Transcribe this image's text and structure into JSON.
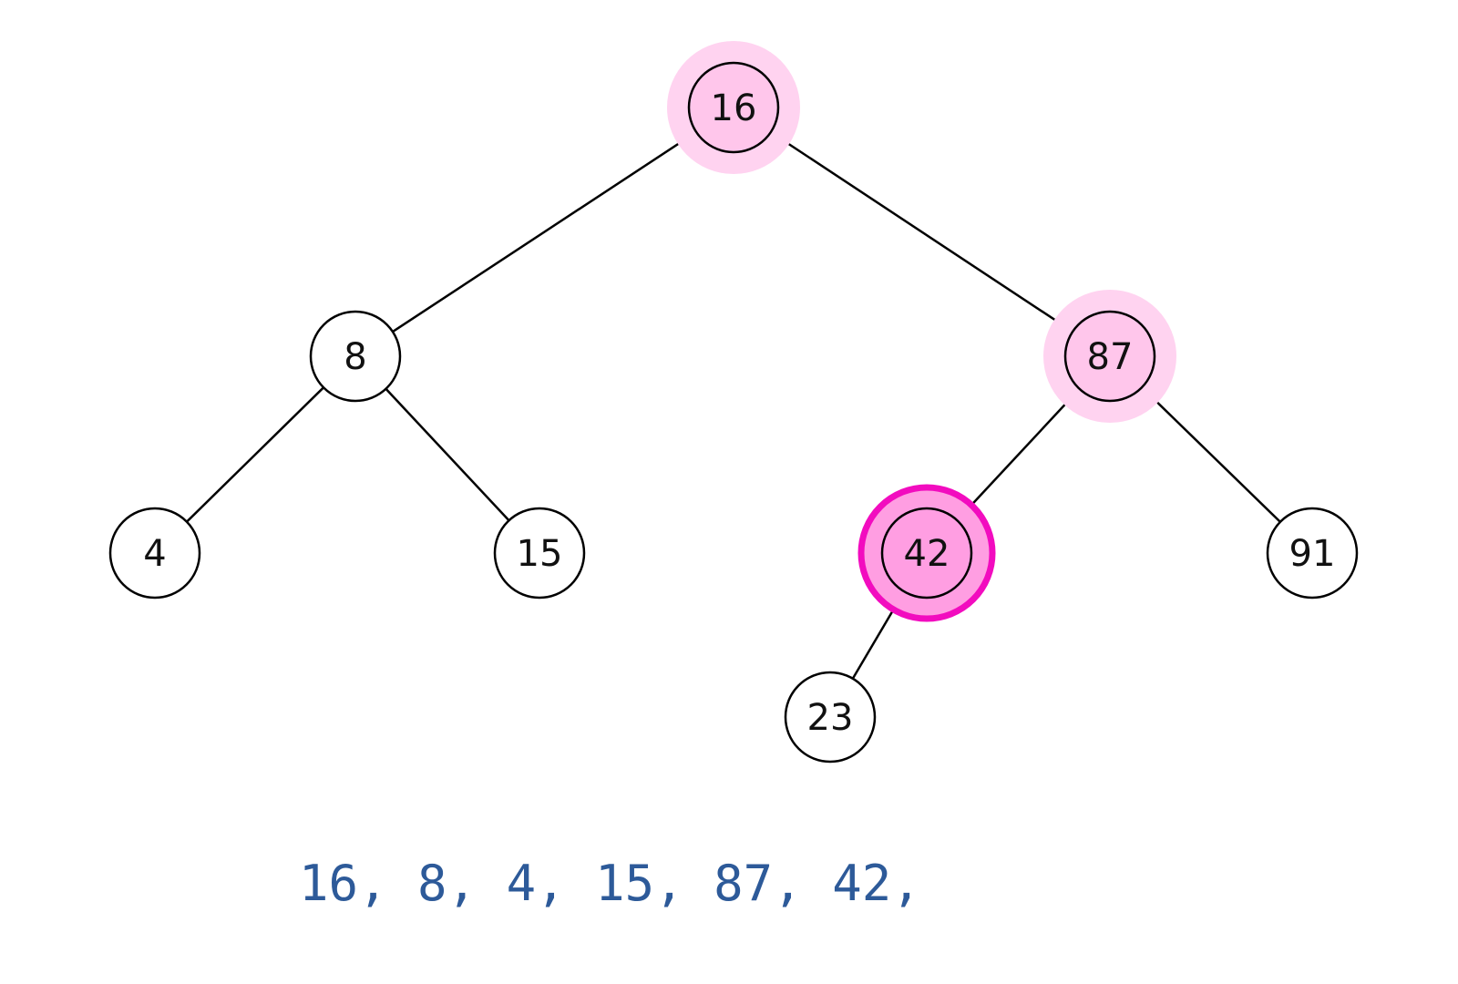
{
  "tree": {
    "nodes": [
      {
        "id": "16",
        "label": "16",
        "state": "visited"
      },
      {
        "id": "8",
        "label": "8",
        "state": "normal"
      },
      {
        "id": "87",
        "label": "87",
        "state": "visited"
      },
      {
        "id": "4",
        "label": "4",
        "state": "normal"
      },
      {
        "id": "15",
        "label": "15",
        "state": "normal"
      },
      {
        "id": "42",
        "label": "42",
        "state": "current"
      },
      {
        "id": "91",
        "label": "91",
        "state": "normal"
      },
      {
        "id": "23",
        "label": "23",
        "state": "normal"
      }
    ],
    "edges": [
      {
        "from": "16",
        "to": "8"
      },
      {
        "from": "16",
        "to": "87"
      },
      {
        "from": "8",
        "to": "4"
      },
      {
        "from": "8",
        "to": "15"
      },
      {
        "from": "87",
        "to": "42"
      },
      {
        "from": "87",
        "to": "91"
      },
      {
        "from": "42",
        "to": "23"
      }
    ]
  },
  "traversal_output": "16, 8, 4, 15, 87, 42,",
  "colors": {
    "visited_halo": "#ffd3f0",
    "current_halo": "#ff9ee2",
    "current_ring": "#f20cbf",
    "node_fill_highlight": "#ffc6eb",
    "text_output": "#2d5a99"
  }
}
